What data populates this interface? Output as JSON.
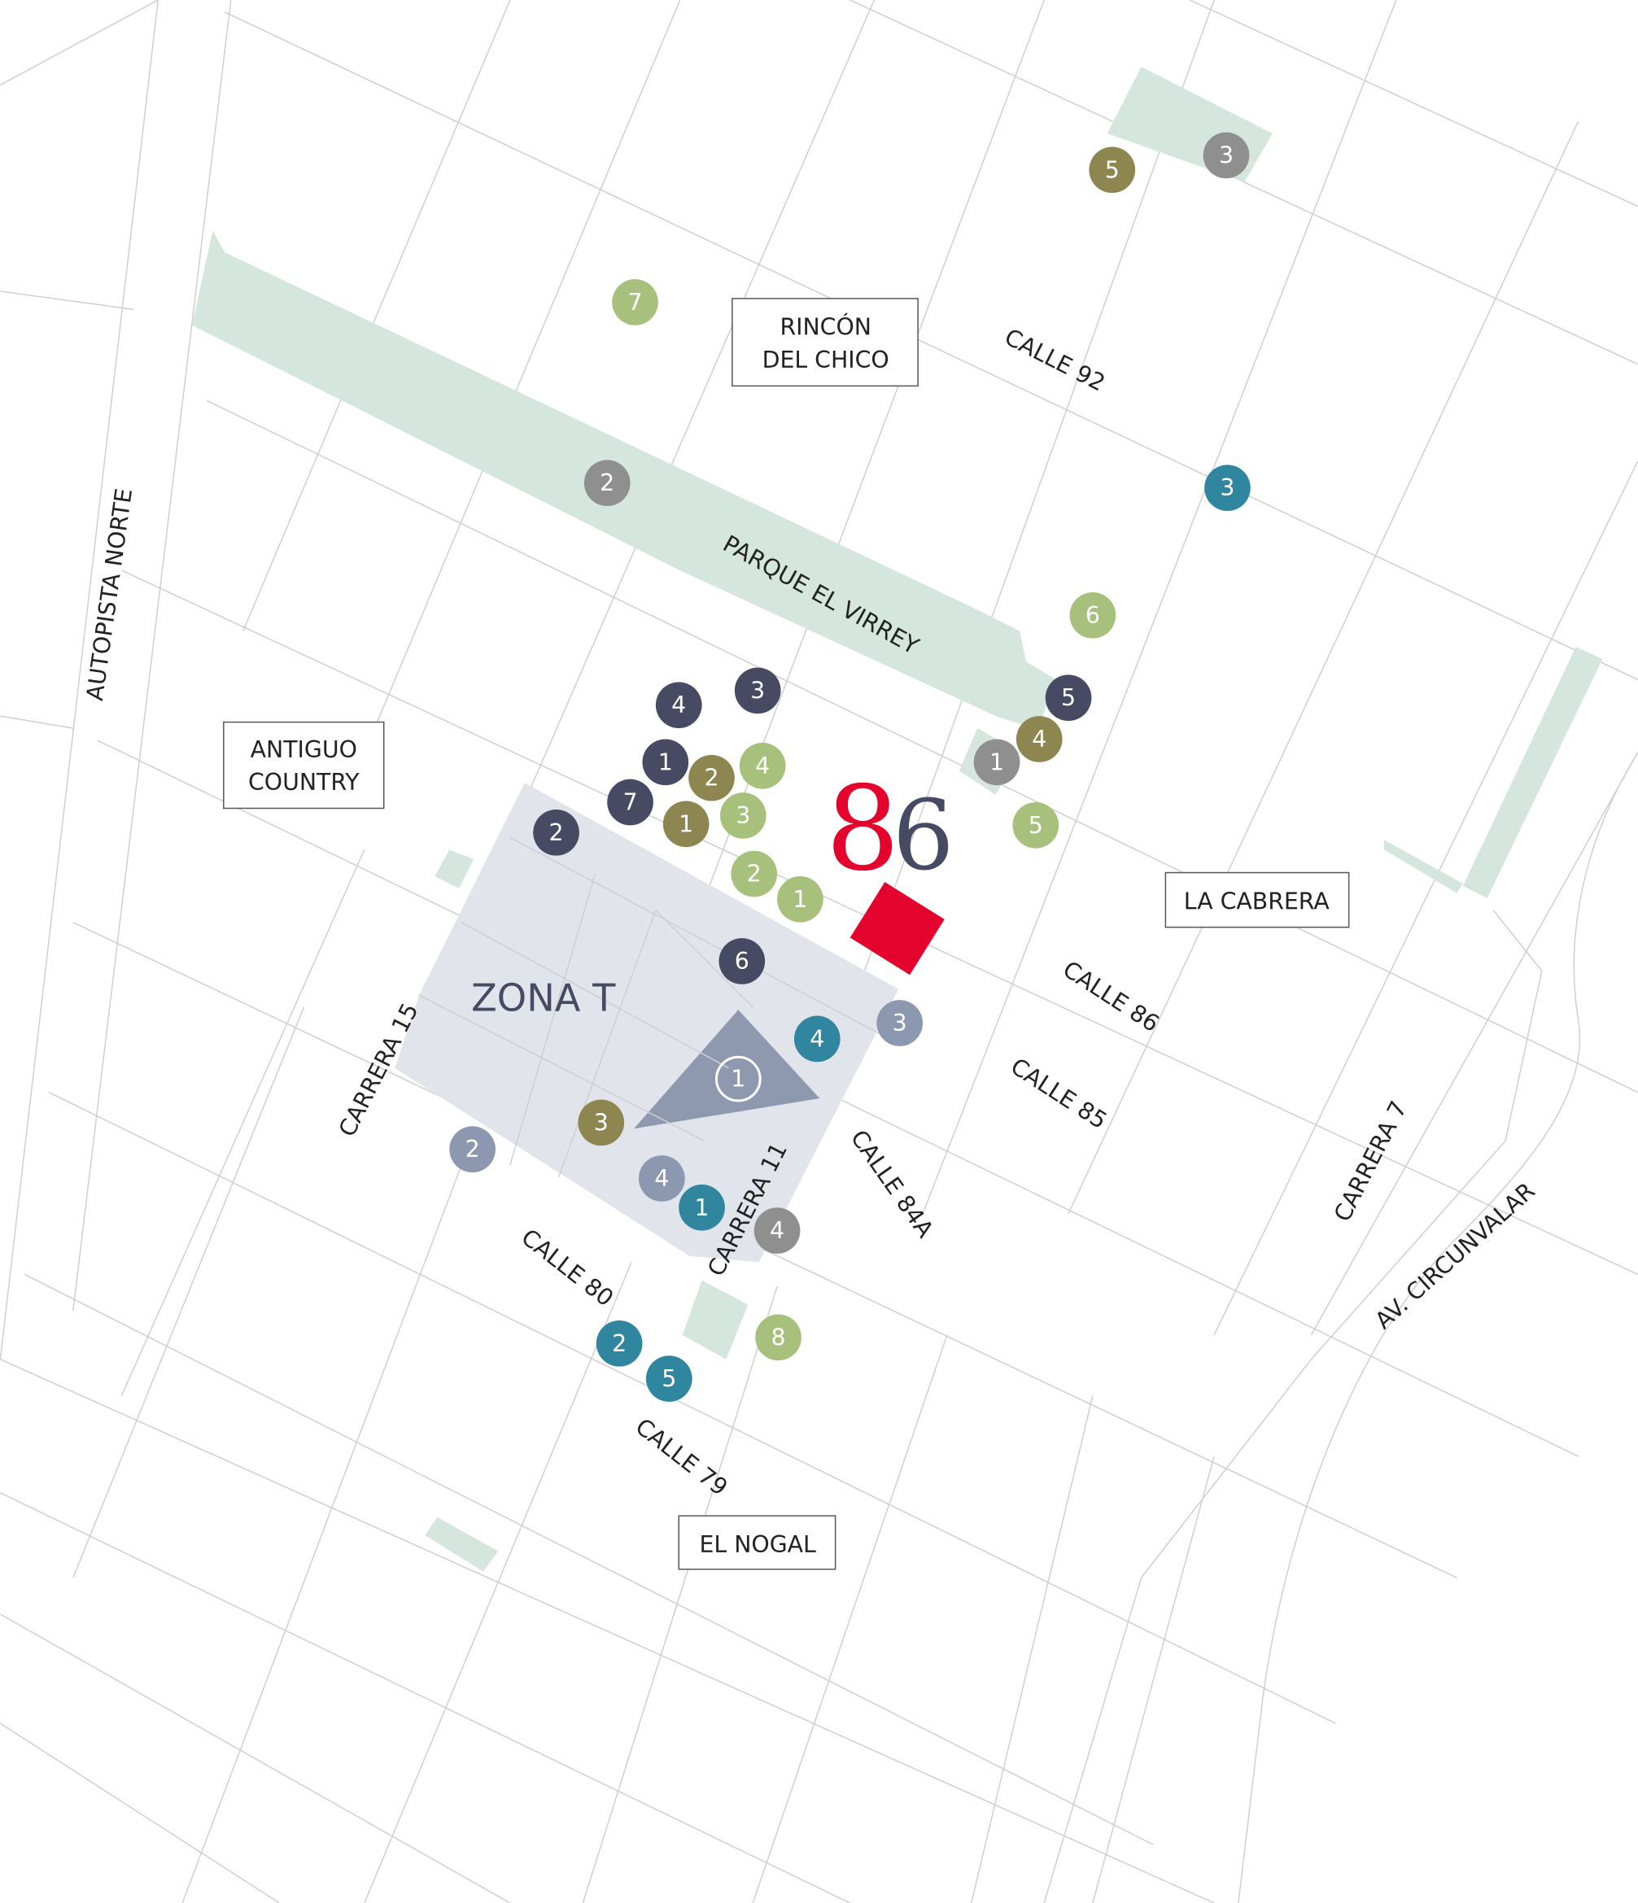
{
  "colors": {
    "park": "#d5e6df",
    "zone": "#e1e4ea",
    "zone_core": "#8e99b0",
    "brand_red": "#e4032c",
    "brand_navy": "#464a62",
    "categories": {
      "dark": "#464a62",
      "olive": "#8d8650",
      "lightgreen": "#a7c17c",
      "gray": "#8f8f90",
      "teal": "#2f869e",
      "bluegray": "#8c97b0"
    }
  },
  "logo": {
    "text_8": "8",
    "text_6": "6"
  },
  "neighborhoods": [
    "RINCÓN",
    "DEL CHICO",
    "ANTIGUO",
    "COUNTRY",
    "LA CABRERA",
    "EL NOGAL"
  ],
  "zone_label": "ZONA T",
  "streets": [
    "CALLE 92",
    "PARQUE EL VIRREY",
    "AUTOPISTA NORTE",
    "CALLE 86",
    "CALLE 85",
    "CARRERA 15",
    "CALLE 84A",
    "CARRERA 11",
    "CARRERA 7",
    "AV. CIRCUNVALAR",
    "CALLE 80",
    "CALLE 79"
  ],
  "markers": [
    {
      "cat": "dark",
      "n": "4"
    },
    {
      "cat": "dark",
      "n": "3"
    },
    {
      "cat": "dark",
      "n": "1"
    },
    {
      "cat": "dark",
      "n": "7"
    },
    {
      "cat": "dark",
      "n": "2"
    },
    {
      "cat": "dark",
      "n": "6"
    },
    {
      "cat": "dark",
      "n": "5"
    },
    {
      "cat": "olive",
      "n": "5"
    },
    {
      "cat": "olive",
      "n": "2"
    },
    {
      "cat": "olive",
      "n": "1"
    },
    {
      "cat": "olive",
      "n": "3"
    },
    {
      "cat": "olive",
      "n": "4"
    },
    {
      "cat": "lightgreen",
      "n": "7"
    },
    {
      "cat": "lightgreen",
      "n": "6"
    },
    {
      "cat": "lightgreen",
      "n": "4"
    },
    {
      "cat": "lightgreen",
      "n": "3"
    },
    {
      "cat": "lightgreen",
      "n": "2"
    },
    {
      "cat": "lightgreen",
      "n": "1"
    },
    {
      "cat": "lightgreen",
      "n": "5"
    },
    {
      "cat": "lightgreen",
      "n": "8"
    },
    {
      "cat": "gray",
      "n": "3"
    },
    {
      "cat": "gray",
      "n": "2"
    },
    {
      "cat": "gray",
      "n": "1"
    },
    {
      "cat": "gray",
      "n": "4"
    },
    {
      "cat": "teal",
      "n": "3"
    },
    {
      "cat": "teal",
      "n": "4"
    },
    {
      "cat": "teal",
      "n": "1"
    },
    {
      "cat": "teal",
      "n": "2"
    },
    {
      "cat": "teal",
      "n": "5"
    },
    {
      "cat": "bluegray",
      "n": "3"
    },
    {
      "cat": "bluegray",
      "n": "2"
    },
    {
      "cat": "bluegray",
      "n": "4"
    }
  ],
  "zone_core_marker": "1"
}
